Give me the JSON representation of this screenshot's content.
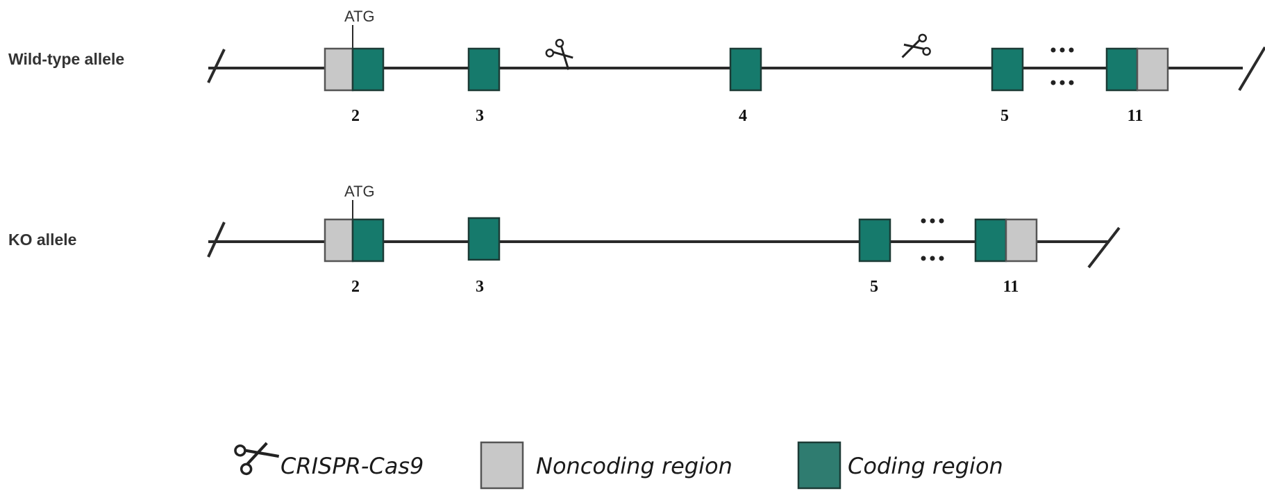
{
  "diagram": {
    "wild_type": {
      "label": "Wild-type allele",
      "atg": "ATG",
      "exon_labels": [
        "2",
        "3",
        "4",
        "5",
        "11"
      ]
    },
    "ko": {
      "label": "KO allele",
      "atg": "ATG",
      "exon_labels": [
        "2",
        "3",
        "5",
        "11"
      ]
    },
    "ellipsis": "..."
  },
  "legend": {
    "crispr": "CRISPR-Cas9",
    "noncoding": "Noncoding region",
    "coding": "Coding region"
  },
  "colors": {
    "coding": "#167a6c",
    "noncoding": "#c8c8c8",
    "line": "#2a2a2a"
  },
  "icons": {
    "crispr": "scissors-icon"
  }
}
